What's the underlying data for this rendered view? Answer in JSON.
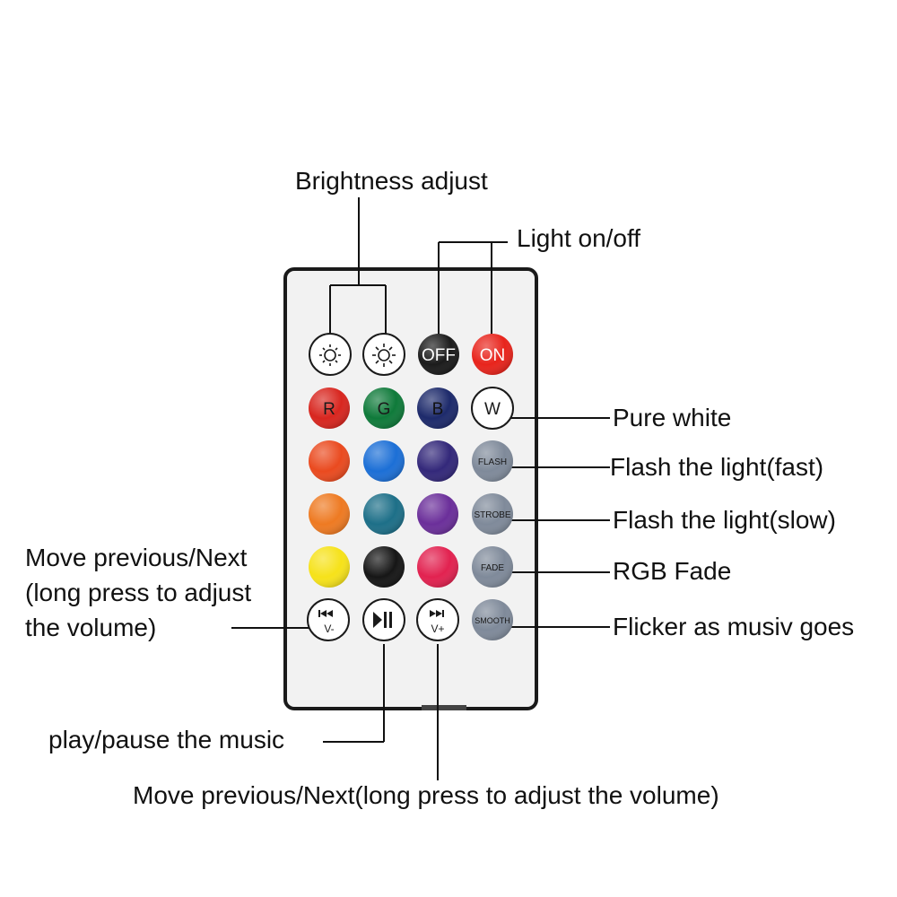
{
  "annotations": {
    "brightness": "Brightness adjust",
    "light_on_off": "Light on/off",
    "pure_white": "Pure white",
    "flash_fast": "Flash the light(fast)",
    "flash_slow": "Flash the light(slow)",
    "rgb_fade": "RGB Fade",
    "flicker": "Flicker as musiv goes",
    "move_left_1": "Move previous/Next",
    "move_left_2": "(long press to adjust",
    "move_left_3": "the volume)",
    "play_pause": "play/pause the music",
    "move_bottom": "Move previous/Next(long press to adjust the volume)"
  },
  "buttons": {
    "off": "OFF",
    "on": "ON",
    "r": "R",
    "g": "G",
    "b": "B",
    "w": "W",
    "flash": "FLASH",
    "strobe": "STROBE",
    "fade": "FADE",
    "smooth": "SMOOTH",
    "vminus": "V-",
    "vplus": "V+"
  },
  "colors": {
    "remote_body": "#f2f2f2",
    "remote_border": "#1a1a1a",
    "red": "#d8261f",
    "green": "#0f7a3a",
    "blue_dark": "#1d2a6b",
    "orange_red": "#ea4a1f",
    "blue_light": "#1c6fd6",
    "indigo": "#33287a",
    "orange": "#ee7a22",
    "teal": "#1d6f88",
    "purple": "#6b2f9a",
    "yellow": "#f6e21a",
    "black": "#161616",
    "pink": "#e22250",
    "gray_mode": "#7f8a9a",
    "off_btn": "#1b1b1b",
    "on_btn": "#e8241c"
  },
  "icons": [
    "brightness-down-icon",
    "brightness-up-icon",
    "previous-icon",
    "play-pause-icon",
    "next-icon"
  ]
}
